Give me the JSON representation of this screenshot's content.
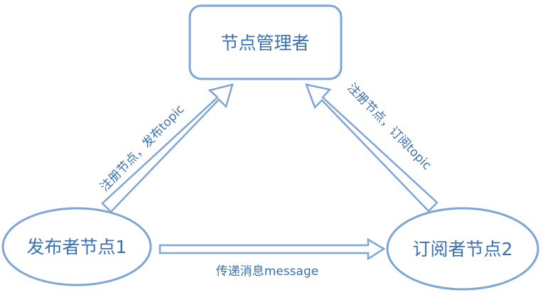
{
  "nodes": {
    "manager": "节点管理者",
    "publisher": "发布者节点1",
    "subscriber": "订阅者节点2"
  },
  "edges": {
    "publisher_to_manager": "注册节点，发布topic",
    "subscriber_to_manager": "注册节点，订阅topic",
    "publisher_to_subscriber": "传递消息message"
  },
  "colors": {
    "stroke": "#7ea6d4",
    "text": "#3a6fb0"
  }
}
